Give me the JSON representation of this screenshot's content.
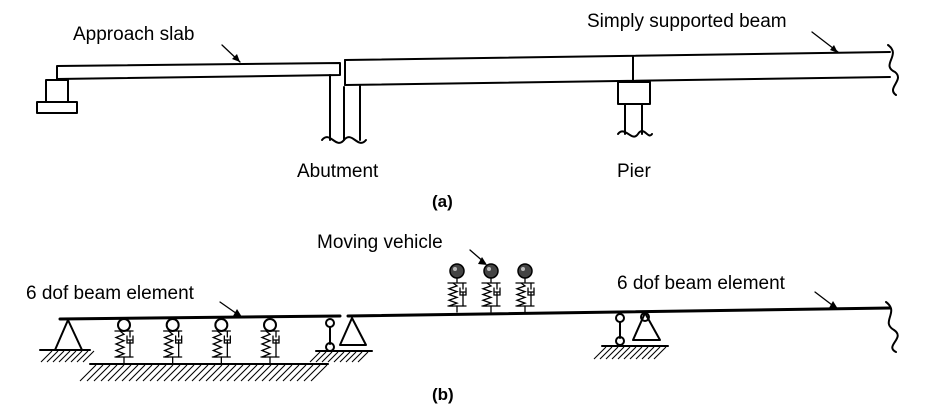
{
  "panel_a": {
    "labels": {
      "approach_slab": "Approach slab",
      "simply_supported_beam": "Simply supported beam",
      "abutment": "Abutment",
      "pier": "Pier"
    },
    "caption": "(a)"
  },
  "panel_b": {
    "labels": {
      "beam_element_left": "6 dof beam element",
      "beam_element_right": "6 dof beam element",
      "moving_vehicle": "Moving vehicle"
    },
    "caption": "(b)",
    "soil_springs": 4,
    "vehicle_units": 3
  }
}
